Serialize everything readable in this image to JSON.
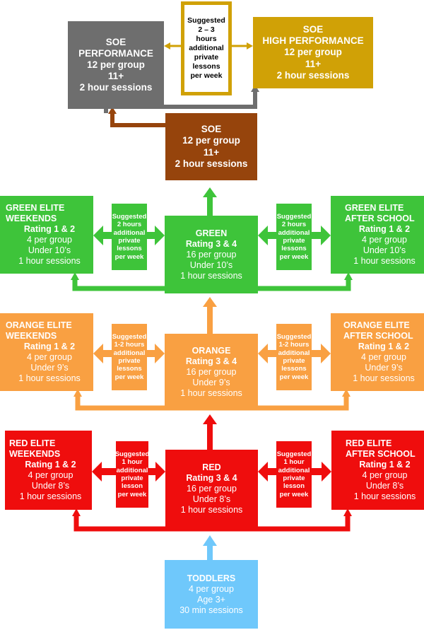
{
  "colors": {
    "soe_performance": "#6e6e6e",
    "soe_high_performance": "#d0a106",
    "soe": "#96440c",
    "green": "#3ec43a",
    "orange": "#f9a042",
    "red": "#ef0d0d",
    "toddlers": "#6fc8fb"
  },
  "soe_performance": {
    "lines": [
      "SOE",
      "PERFORMANCE",
      "12 per group",
      "11+",
      "2 hour sessions"
    ]
  },
  "soe_high_performance": {
    "lines": [
      "SOE",
      "HIGH PERFORMANCE",
      "12 per group",
      "11+",
      "2 hour sessions"
    ]
  },
  "soe_suggested": {
    "lines": [
      "Suggested",
      "2 – 3",
      "hours",
      "additional",
      "private",
      "lessons",
      "per week"
    ]
  },
  "soe": {
    "lines": [
      "SOE",
      "12 per group",
      "11+",
      "2 hour sessions"
    ]
  },
  "green": {
    "weekends": {
      "lines": [
        "GREEN ELITE",
        "WEEKENDS",
        "Rating 1 & 2",
        "4 per group",
        "Under 10’s",
        "1 hour sessions"
      ]
    },
    "main": {
      "lines": [
        "GREEN",
        "Rating 3 & 4",
        "16 per group",
        "Under 10’s",
        "1 hour sessions"
      ]
    },
    "after_school": {
      "lines": [
        "GREEN ELITE",
        "AFTER SCHOOL",
        "Rating 1 & 2",
        "4 per group",
        "Under 10’s",
        "1 hour sessions"
      ]
    },
    "suggested_left": {
      "lines": [
        "Suggested",
        "2 hours",
        "additional",
        "private",
        "lessons",
        "per week"
      ]
    },
    "suggested_right": {
      "lines": [
        "Suggested",
        "2 hours",
        "additional",
        "private",
        "lessons",
        "per week"
      ]
    }
  },
  "orange": {
    "weekends": {
      "lines": [
        "ORANGE ELITE",
        "WEEKENDS",
        "Rating 1 & 2",
        "4 per group",
        "Under 9’s",
        "1 hour sessions"
      ]
    },
    "main": {
      "lines": [
        "ORANGE",
        "Rating 3 & 4",
        "16 per group",
        "Under 9’s",
        "1 hour sessions"
      ]
    },
    "after_school": {
      "lines": [
        "ORANGE ELITE",
        "AFTER SCHOOL",
        "Rating 1 & 2",
        "4 per group",
        "Under 9’s",
        "1 hour sessions"
      ]
    },
    "suggested_left": {
      "lines": [
        "Suggested",
        "1-2 hours",
        "additional",
        "private",
        "lessons",
        "per week"
      ]
    },
    "suggested_right": {
      "lines": [
        "Suggested",
        "1-2 hours",
        "additional",
        "private",
        "lessons",
        "per week"
      ]
    }
  },
  "red": {
    "weekends": {
      "lines": [
        "RED ELITE",
        "WEEKENDS",
        "Rating 1 & 2",
        "4 per group",
        "Under 8’s",
        "1 hour sessions"
      ]
    },
    "main": {
      "lines": [
        "RED",
        "Rating 3 & 4",
        "16 per group",
        "Under 8’s",
        "1 hour sessions"
      ]
    },
    "after_school": {
      "lines": [
        "RED ELITE",
        "AFTER SCHOOL",
        "Rating 1 & 2",
        "4 per group",
        "Under 8’s",
        "1 hour sessions"
      ]
    },
    "suggested_left": {
      "lines": [
        "Suggested",
        "1 hour",
        "additional",
        "private",
        "lesson",
        "per week"
      ]
    },
    "suggested_right": {
      "lines": [
        "Suggested",
        "1 hour",
        "additional",
        "private",
        "lesson",
        "per week"
      ]
    }
  },
  "toddlers": {
    "lines": [
      "TODDLERS",
      "4 per group",
      "Age 3+",
      "30 min sessions"
    ]
  }
}
